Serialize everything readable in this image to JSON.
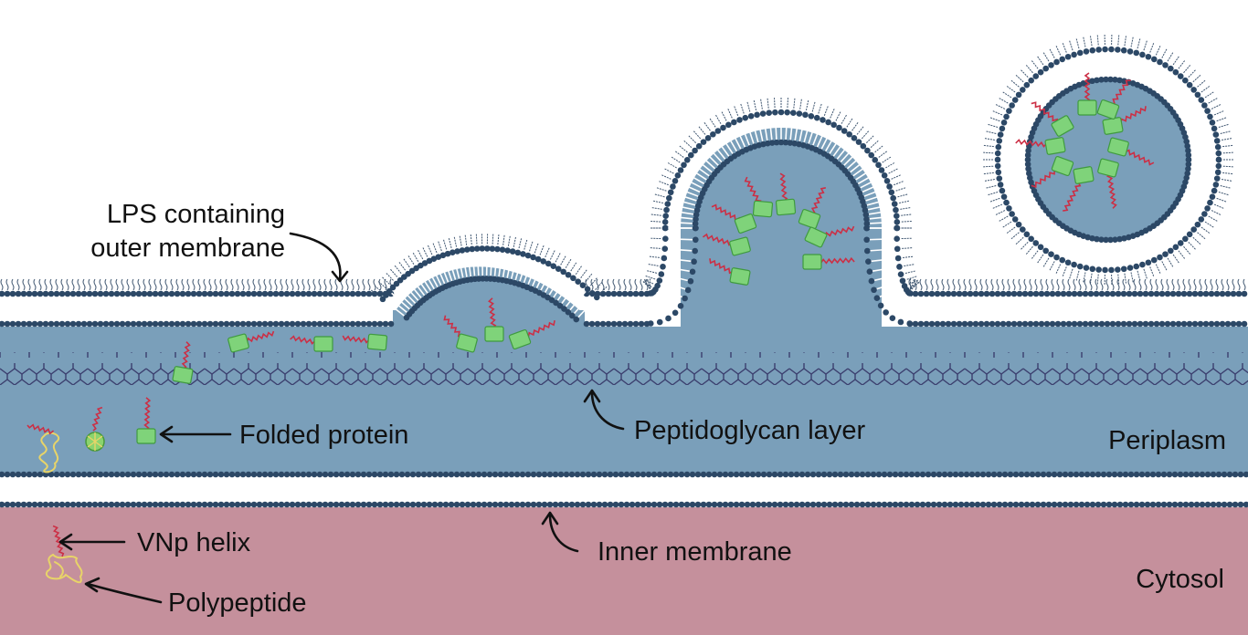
{
  "labels": {
    "outer_membrane": [
      "LPS containing",
      "outer membrane"
    ],
    "folded_protein": "Folded protein",
    "peptidoglycan": "Peptidoglycan layer",
    "periplasm": "Periplasm",
    "inner_membrane": "Inner membrane",
    "cytosol": "Cytosol",
    "vnp_helix": "VNp helix",
    "polypeptide": "Polypeptide"
  },
  "colors": {
    "periplasm": "#7a9fba",
    "cytosol": "#c5909c",
    "head": "#2c4866",
    "tail": "#ffffff",
    "lps": "#3f5670",
    "peptidoglycan": "#3b3f6e",
    "protein": "#7fd37a",
    "protein_edge": "#3f9a3f",
    "helix": "#cc2f45",
    "polypeptide": "#e8d468",
    "arrow": "#111111"
  },
  "icons": {
    "arrows": "curved-arrow-icon",
    "proteins": "folded-protein-icon",
    "vesicle": "vesicle-icon"
  }
}
